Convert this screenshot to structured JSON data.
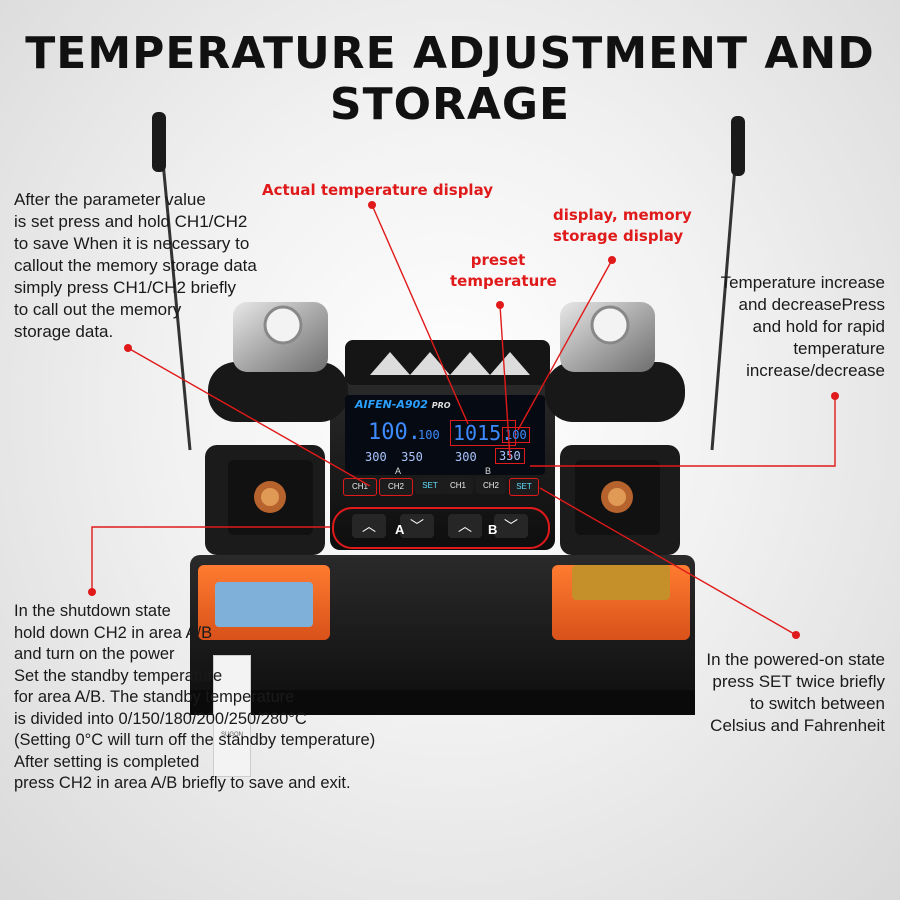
{
  "title": "TEMPERATURE ADJUSTMENT AND STORAGE",
  "callouts": {
    "actual_temp": "Actual temperature display",
    "display_memory": [
      "display, memory",
      "storage display"
    ],
    "preset_temp": [
      "preset",
      "temperature"
    ],
    "left_top": [
      "After the parameter value",
      "is set press and hold CH1/CH2",
      "to save When it is necessary to",
      "callout the memory storage data",
      "simply press CH1/CH2 briefly",
      "to call out the memory",
      "storage data."
    ],
    "right_top": [
      "Temperature increase",
      "and decreasePress",
      "and hold for rapid",
      "temperature",
      "increase/decrease"
    ],
    "left_bottom": [
      "In the shutdown state",
      "hold down CH2 in area A/B",
      "and turn on the power",
      "Set the standby temperature",
      "for area A/B. The standby temperature",
      "is divided into 0/150/180/200/250/280°C",
      "(Setting 0°C will turn off the standby temperature)",
      "After setting is completed",
      "press CH2 in area A/B briefly to save and exit."
    ],
    "right_bottom": [
      "In the powered-on state",
      "press SET twice briefly",
      "to switch between",
      "Celsius and Fahrenheit"
    ]
  },
  "device": {
    "brand": "AIFEN-A902",
    "brand_suffix": "PRO",
    "display": {
      "a_actual": "100.",
      "a_small": "100",
      "b_actual": "1015.",
      "b_small": "100",
      "a_row2": "300  350",
      "b_row2": "300",
      "b_row2_box": "350"
    },
    "zone_a": "A",
    "zone_b": "B",
    "buttons": [
      "CH1",
      "CH2",
      "SET",
      "CH1",
      "CH2",
      "SET"
    ],
    "label_sticker": "SUGON"
  },
  "colors": {
    "accent": "#e01a1a",
    "orange": "#f26a21",
    "body": "#1a1a1a"
  }
}
